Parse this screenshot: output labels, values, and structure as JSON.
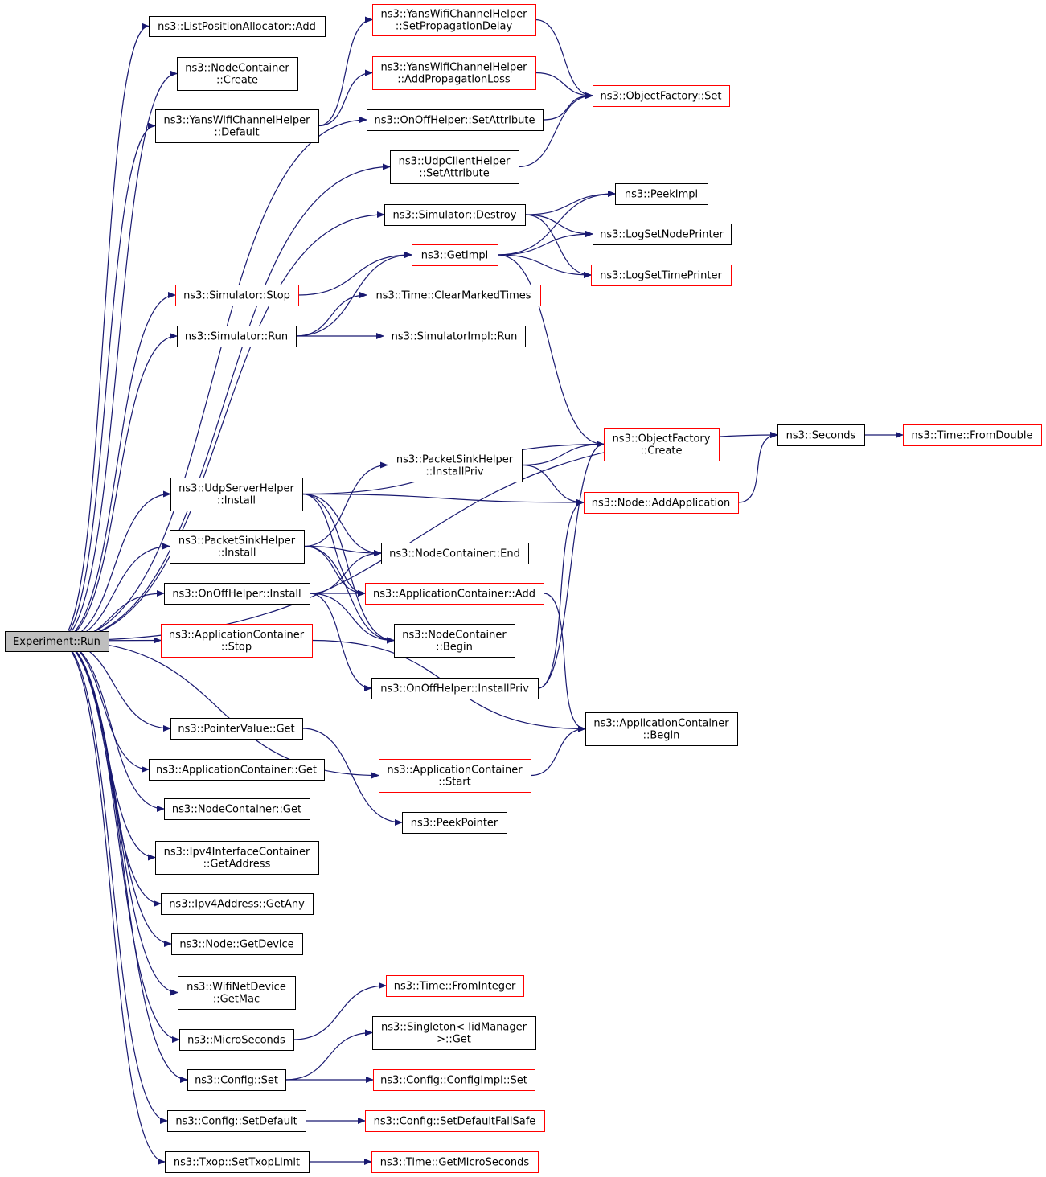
{
  "title": "Experiment::Run call graph",
  "colors": {
    "edge": "#191970",
    "black_border": "#000000",
    "red_border": "#ff0000",
    "root_fill": "#bfbfbf"
  },
  "nodes": [
    {
      "id": "root",
      "lines": [
        "Experiment::Run"
      ],
      "style": "root"
    },
    {
      "id": "lpaAdd",
      "lines": [
        "ns3::ListPositionAllocator::Add"
      ],
      "style": "black"
    },
    {
      "id": "ncCreate",
      "lines": [
        "ns3::NodeContainer",
        "::Create"
      ],
      "style": "black"
    },
    {
      "id": "ywDefault",
      "lines": [
        "ns3::YansWifiChannelHelper",
        "::Default"
      ],
      "style": "black"
    },
    {
      "id": "setPropDelay",
      "lines": [
        "ns3::YansWifiChannelHelper",
        "::SetPropagationDelay"
      ],
      "style": "red"
    },
    {
      "id": "addPropLoss",
      "lines": [
        "ns3::YansWifiChannelHelper",
        "::AddPropagationLoss"
      ],
      "style": "red"
    },
    {
      "id": "ofSet",
      "lines": [
        "ns3::ObjectFactory::Set"
      ],
      "style": "red"
    },
    {
      "id": "onoffSetAttr",
      "lines": [
        "ns3::OnOffHelper::SetAttribute"
      ],
      "style": "black"
    },
    {
      "id": "udpClientSetAttr",
      "lines": [
        "ns3::UdpClientHelper",
        "::SetAttribute"
      ],
      "style": "black"
    },
    {
      "id": "peekImpl",
      "lines": [
        "ns3::PeekImpl"
      ],
      "style": "black"
    },
    {
      "id": "simDestroy",
      "lines": [
        "ns3::Simulator::Destroy"
      ],
      "style": "black"
    },
    {
      "id": "logNode",
      "lines": [
        "ns3::LogSetNodePrinter"
      ],
      "style": "black"
    },
    {
      "id": "getImpl",
      "lines": [
        "ns3::GetImpl"
      ],
      "style": "red"
    },
    {
      "id": "logTime",
      "lines": [
        "ns3::LogSetTimePrinter"
      ],
      "style": "red"
    },
    {
      "id": "simStop",
      "lines": [
        "ns3::Simulator::Stop"
      ],
      "style": "red"
    },
    {
      "id": "clearMarked",
      "lines": [
        "ns3::Time::ClearMarkedTimes"
      ],
      "style": "red"
    },
    {
      "id": "simRun",
      "lines": [
        "ns3::Simulator::Run"
      ],
      "style": "black"
    },
    {
      "id": "simImplRun",
      "lines": [
        "ns3::SimulatorImpl::Run"
      ],
      "style": "black"
    },
    {
      "id": "seconds",
      "lines": [
        "ns3::Seconds"
      ],
      "style": "black"
    },
    {
      "id": "fromDouble",
      "lines": [
        "ns3::Time::FromDouble"
      ],
      "style": "red"
    },
    {
      "id": "ofCreate",
      "lines": [
        "ns3::ObjectFactory",
        "::Create"
      ],
      "style": "red"
    },
    {
      "id": "psInstallPriv",
      "lines": [
        "ns3::PacketSinkHelper",
        "::InstallPriv"
      ],
      "style": "black"
    },
    {
      "id": "udpServerInstall",
      "lines": [
        "ns3::UdpServerHelper",
        "::Install"
      ],
      "style": "black"
    },
    {
      "id": "nodeAddApp",
      "lines": [
        "ns3::Node::AddApplication"
      ],
      "style": "red"
    },
    {
      "id": "psInstall",
      "lines": [
        "ns3::PacketSinkHelper",
        "::Install"
      ],
      "style": "black"
    },
    {
      "id": "ncEnd",
      "lines": [
        "ns3::NodeContainer::End"
      ],
      "style": "black"
    },
    {
      "id": "onoffInstall",
      "lines": [
        "ns3::OnOffHelper::Install"
      ],
      "style": "black"
    },
    {
      "id": "acAdd",
      "lines": [
        "ns3::ApplicationContainer::Add"
      ],
      "style": "red"
    },
    {
      "id": "ncBegin",
      "lines": [
        "ns3::NodeContainer",
        "::Begin"
      ],
      "style": "black"
    },
    {
      "id": "acStop",
      "lines": [
        "ns3::ApplicationContainer",
        "::Stop"
      ],
      "style": "red"
    },
    {
      "id": "onoffInstallPriv",
      "lines": [
        "ns3::OnOffHelper::InstallPriv"
      ],
      "style": "black"
    },
    {
      "id": "acBegin",
      "lines": [
        "ns3::ApplicationContainer",
        "::Begin"
      ],
      "style": "black"
    },
    {
      "id": "pvGet",
      "lines": [
        "ns3::PointerValue::Get"
      ],
      "style": "black"
    },
    {
      "id": "acStart",
      "lines": [
        "ns3::ApplicationContainer",
        "::Start"
      ],
      "style": "red"
    },
    {
      "id": "acGet",
      "lines": [
        "ns3::ApplicationContainer::Get"
      ],
      "style": "black"
    },
    {
      "id": "ncGet",
      "lines": [
        "ns3::NodeContainer::Get"
      ],
      "style": "black"
    },
    {
      "id": "peekPointer",
      "lines": [
        "ns3::PeekPointer"
      ],
      "style": "black"
    },
    {
      "id": "ipv4GetAddr",
      "lines": [
        "ns3::Ipv4InterfaceContainer",
        "::GetAddress"
      ],
      "style": "black"
    },
    {
      "id": "ipv4GetAny",
      "lines": [
        "ns3::Ipv4Address::GetAny"
      ],
      "style": "black"
    },
    {
      "id": "nodeGetDevice",
      "lines": [
        "ns3::Node::GetDevice"
      ],
      "style": "black"
    },
    {
      "id": "wifiGetMac",
      "lines": [
        "ns3::WifiNetDevice",
        "::GetMac"
      ],
      "style": "black"
    },
    {
      "id": "fromInteger",
      "lines": [
        "ns3::Time::FromInteger"
      ],
      "style": "red"
    },
    {
      "id": "microSeconds",
      "lines": [
        "ns3::MicroSeconds"
      ],
      "style": "black"
    },
    {
      "id": "singletonGet",
      "lines": [
        "ns3::Singleton< IidManager",
        ">::Get"
      ],
      "style": "black"
    },
    {
      "id": "configSet",
      "lines": [
        "ns3::Config::Set"
      ],
      "style": "black"
    },
    {
      "id": "configImplSet",
      "lines": [
        "ns3::Config::ConfigImpl::Set"
      ],
      "style": "red"
    },
    {
      "id": "configSetDefault",
      "lines": [
        "ns3::Config::SetDefault"
      ],
      "style": "black"
    },
    {
      "id": "configSetDefaultFS",
      "lines": [
        "ns3::Config::SetDefaultFailSafe"
      ],
      "style": "red"
    },
    {
      "id": "txopSetLimit",
      "lines": [
        "ns3::Txop::SetTxopLimit"
      ],
      "style": "black"
    },
    {
      "id": "getMicroSeconds",
      "lines": [
        "ns3::Time::GetMicroSeconds"
      ],
      "style": "red"
    }
  ],
  "edges": [
    [
      "root",
      "lpaAdd"
    ],
    [
      "root",
      "ncCreate"
    ],
    [
      "root",
      "ywDefault"
    ],
    [
      "root",
      "onoffSetAttr"
    ],
    [
      "root",
      "udpClientSetAttr"
    ],
    [
      "root",
      "simDestroy"
    ],
    [
      "root",
      "simStop"
    ],
    [
      "root",
      "simRun"
    ],
    [
      "root",
      "seconds"
    ],
    [
      "root",
      "udpServerInstall"
    ],
    [
      "root",
      "psInstall"
    ],
    [
      "root",
      "onoffInstall"
    ],
    [
      "root",
      "acStop"
    ],
    [
      "root",
      "acStart"
    ],
    [
      "root",
      "pvGet"
    ],
    [
      "root",
      "acGet"
    ],
    [
      "root",
      "ncGet"
    ],
    [
      "root",
      "ipv4GetAddr"
    ],
    [
      "root",
      "ipv4GetAny"
    ],
    [
      "root",
      "nodeGetDevice"
    ],
    [
      "root",
      "wifiGetMac"
    ],
    [
      "root",
      "microSeconds"
    ],
    [
      "root",
      "configSet"
    ],
    [
      "root",
      "configSetDefault"
    ],
    [
      "root",
      "txopSetLimit"
    ],
    [
      "ywDefault",
      "setPropDelay"
    ],
    [
      "ywDefault",
      "addPropLoss"
    ],
    [
      "setPropDelay",
      "ofSet"
    ],
    [
      "addPropLoss",
      "ofSet"
    ],
    [
      "onoffSetAttr",
      "ofSet"
    ],
    [
      "udpClientSetAttr",
      "ofSet"
    ],
    [
      "simDestroy",
      "peekImpl"
    ],
    [
      "simDestroy",
      "logNode"
    ],
    [
      "simDestroy",
      "logTime"
    ],
    [
      "getImpl",
      "peekImpl"
    ],
    [
      "getImpl",
      "logNode"
    ],
    [
      "getImpl",
      "logTime"
    ],
    [
      "getImpl",
      "ofCreate"
    ],
    [
      "simStop",
      "getImpl"
    ],
    [
      "simRun",
      "getImpl"
    ],
    [
      "simRun",
      "clearMarked"
    ],
    [
      "simRun",
      "simImplRun"
    ],
    [
      "seconds",
      "fromDouble"
    ],
    [
      "udpServerInstall",
      "ofCreate"
    ],
    [
      "udpServerInstall",
      "nodeAddApp"
    ],
    [
      "udpServerInstall",
      "ncEnd"
    ],
    [
      "udpServerInstall",
      "acAdd"
    ],
    [
      "udpServerInstall",
      "ncBegin"
    ],
    [
      "psInstall",
      "psInstallPriv"
    ],
    [
      "psInstall",
      "ncEnd"
    ],
    [
      "psInstall",
      "acAdd"
    ],
    [
      "psInstall",
      "ncBegin"
    ],
    [
      "psInstallPriv",
      "ofCreate"
    ],
    [
      "psInstallPriv",
      "nodeAddApp"
    ],
    [
      "onoffInstall",
      "ncEnd"
    ],
    [
      "onoffInstall",
      "acAdd"
    ],
    [
      "onoffInstall",
      "ncBegin"
    ],
    [
      "onoffInstall",
      "onoffInstallPriv"
    ],
    [
      "onoffInstallPriv",
      "ofCreate"
    ],
    [
      "onoffInstallPriv",
      "nodeAddApp"
    ],
    [
      "nodeAddApp",
      "seconds"
    ],
    [
      "acAdd",
      "acBegin"
    ],
    [
      "acStop",
      "acBegin"
    ],
    [
      "acStart",
      "acBegin"
    ],
    [
      "pvGet",
      "peekPointer"
    ],
    [
      "microSeconds",
      "fromInteger"
    ],
    [
      "configSet",
      "singletonGet"
    ],
    [
      "configSet",
      "configImplSet"
    ],
    [
      "configSetDefault",
      "configSetDefaultFS"
    ],
    [
      "txopSetLimit",
      "getMicroSeconds"
    ]
  ]
}
